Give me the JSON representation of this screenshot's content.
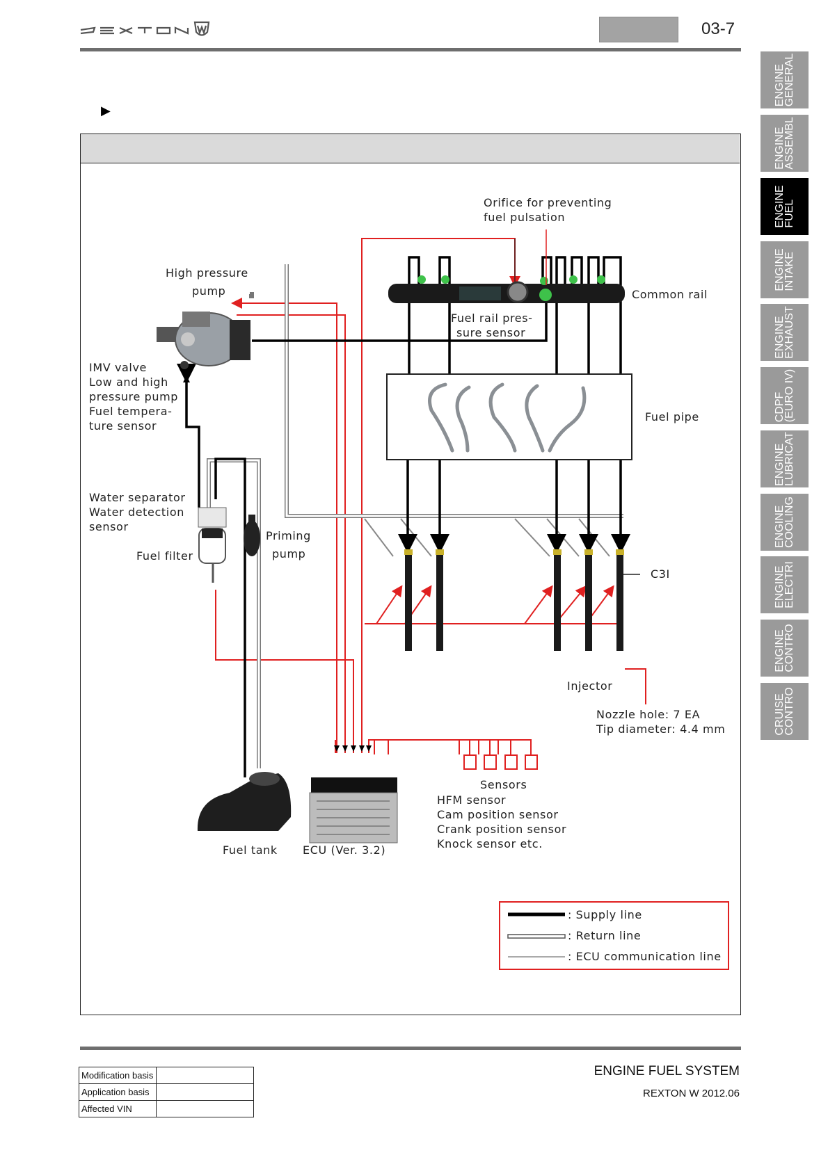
{
  "header": {
    "logo": "REXTON",
    "page_number": "03-7",
    "bullet": "▶"
  },
  "side_tabs": [
    {
      "line1": "ENGINE",
      "line2": "GENERAL",
      "active": false
    },
    {
      "line1": "ENGINE",
      "line2": "ASSEMBL",
      "active": false
    },
    {
      "line1": "ENGINE",
      "line2": "FUEL",
      "active": true
    },
    {
      "line1": "ENGINE",
      "line2": "INTAKE",
      "active": false
    },
    {
      "line1": "ENGINE",
      "line2": "EXHAUST",
      "active": false
    },
    {
      "line1": "CDPF",
      "line2": "(EURO IV)",
      "active": false
    },
    {
      "line1": "ENGINE",
      "line2": "LUBRICAT",
      "active": false
    },
    {
      "line1": "ENGINE",
      "line2": "COOLING",
      "active": false
    },
    {
      "line1": "ENGINE",
      "line2": "ELECTRI",
      "active": false
    },
    {
      "line1": "ENGINE",
      "line2": "CONTRO",
      "active": false
    },
    {
      "line1": "CRUISE",
      "line2": "CONTRO",
      "active": false
    }
  ],
  "diagram": {
    "labels": {
      "orifice_1": "Orifice for preventing",
      "orifice_2": "fuel pulsation",
      "hp_pump_1": "High pressure",
      "hp_pump_2": "pump",
      "common_rail": "Common rail",
      "rail_sensor_1": "Fuel rail pres-",
      "rail_sensor_2": "sure sensor",
      "imv_1": "IMV valve",
      "imv_2": "Low and high",
      "imv_3": "pressure pump",
      "imv_4": "Fuel tempera-",
      "imv_5": "ture sensor",
      "fuel_pipe": "Fuel pipe",
      "water_1": "Water separator",
      "water_2": "Water detection",
      "water_3": "sensor",
      "priming_1": "Priming",
      "priming_2": "pump",
      "fuel_filter": "Fuel filter",
      "c3i": "C3I",
      "injector": "Injector",
      "nozzle_1": "Nozzle hole: 7 EA",
      "nozzle_2": "Tip diameter: 4.4 mm",
      "sensors_title": "Sensors",
      "sensor_1": "HFM sensor",
      "sensor_2": "Cam position sensor",
      "sensor_3": "Crank position sensor",
      "sensor_4": "Knock sensor etc.",
      "fuel_tank": "Fuel tank",
      "ecu": "ECU (Ver. 3.2)"
    },
    "legend": {
      "supply": ": Supply line",
      "return": ": Return line",
      "ecu_comm": ": ECU communication line"
    },
    "colors": {
      "supply": "#000000",
      "return": "#777777",
      "ecu_comm": "#e02020",
      "legend_border": "#e02020"
    }
  },
  "footer": {
    "title": "ENGINE FUEL SYSTEM",
    "subtitle": "REXTON W 2012.06",
    "meta": [
      {
        "key": "Modification basis",
        "value": ""
      },
      {
        "key": "Application basis",
        "value": ""
      },
      {
        "key": "Affected VIN",
        "value": ""
      }
    ]
  }
}
